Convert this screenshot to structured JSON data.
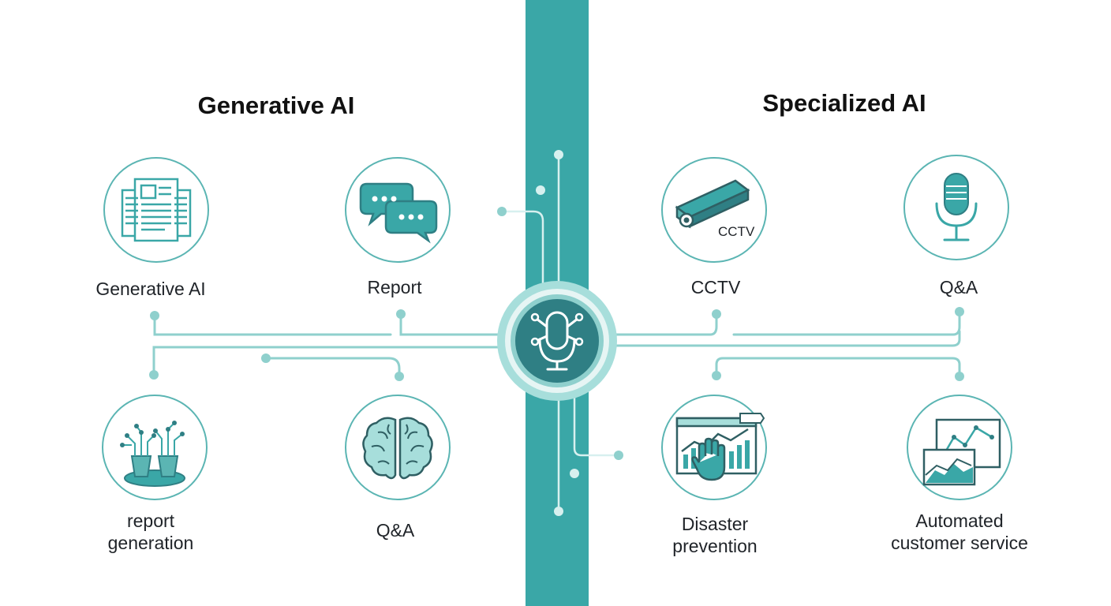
{
  "left": {
    "heading": "Generative AI",
    "items": [
      {
        "label": "Generative AI",
        "icon": "document-stack-icon"
      },
      {
        "label": "Report",
        "icon": "chat-bubbles-icon"
      },
      {
        "label": "report\ngeneration",
        "icon": "circuit-pots-icon"
      },
      {
        "label": "Q&A",
        "icon": "brain-icon"
      }
    ]
  },
  "right": {
    "heading": "Specialized AI",
    "items": [
      {
        "label": "CCTV",
        "icon": "cctv-camera-icon",
        "icon_text": "CCTV"
      },
      {
        "label": "Q&A",
        "icon": "microphone-icon"
      },
      {
        "label": "Disaster\nprevention",
        "icon": "chart-hand-icon"
      },
      {
        "label": "Automated\ncustomer service",
        "icon": "charts-icon"
      }
    ]
  },
  "hub": {
    "icon": "ai-microphone-hub-icon"
  },
  "colors": {
    "accent": "#3aa7a7",
    "line": "#8fd0cd",
    "dark": "#246f75",
    "text": "#1f2328"
  }
}
